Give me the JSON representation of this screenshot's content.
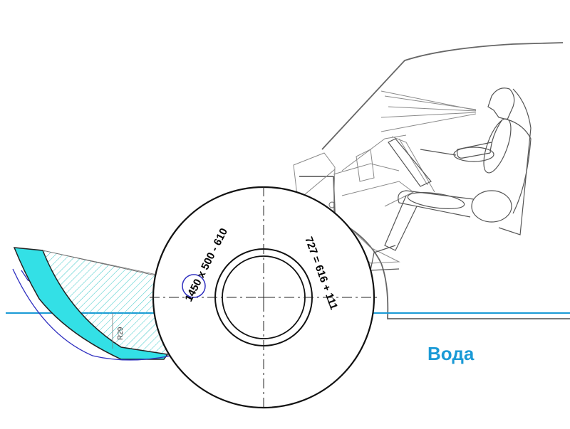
{
  "labels": {
    "tire_size": "1450 x 500 - 610",
    "tire_formula": "727 = 616 + 111",
    "radius_dim": "R29",
    "water": "Вода"
  },
  "colors": {
    "water_line": "#1a9ad6",
    "water_text": "#1a9ad6",
    "blade_fill": "#33e0e6",
    "hatch": "#3cc8c8",
    "circle_accent": "#3030c0",
    "outline": "#222222",
    "sketch": "#808080"
  }
}
